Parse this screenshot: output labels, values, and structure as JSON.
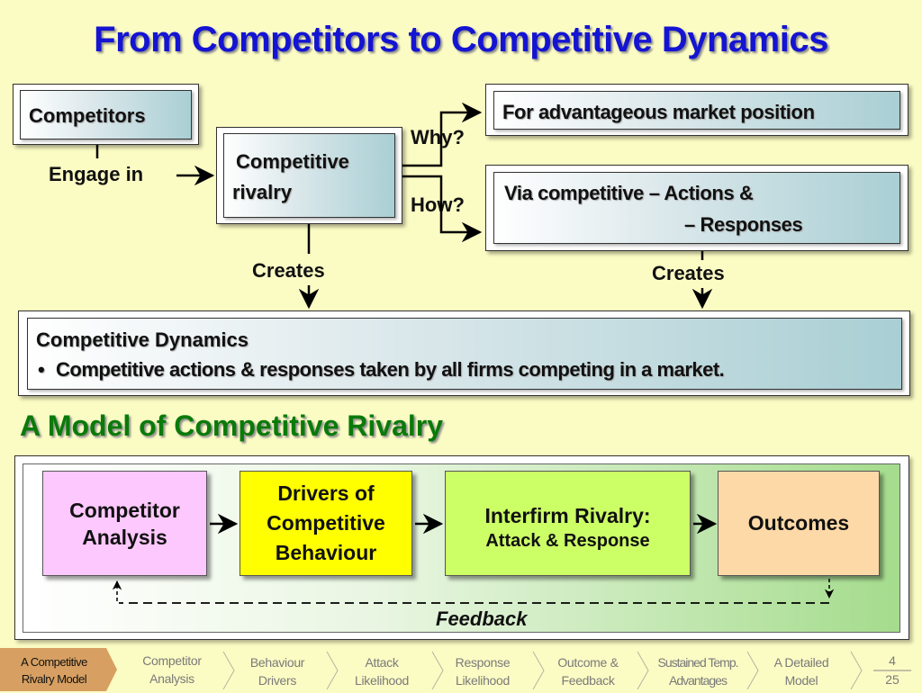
{
  "title": "From Competitors to Competitive Dynamics",
  "top_diagram": {
    "competitors": "Competitors",
    "engage_in": "Engage in",
    "rivalry_line1": "Competitive",
    "rivalry_line2": "rivalry",
    "why": "Why?",
    "how": "How?",
    "why_answer": "For advantageous market position",
    "how_answer_line1": "Via competitive – Actions &",
    "how_answer_line2": "– Responses",
    "creates_left": "Creates",
    "creates_right": "Creates",
    "dynamics_title": "Competitive Dynamics",
    "dynamics_bullet": "•",
    "dynamics_text": "Competitive actions & responses taken by all firms competing in a market."
  },
  "subtitle": "A Model of Competitive Rivalry",
  "model": {
    "box1_line1": "Competitor",
    "box1_line2": "Analysis",
    "box2_line1": "Drivers of",
    "box2_line2": "Competitive",
    "box2_line3": "Behaviour",
    "box3_line1": "Interfirm Rivalry:",
    "box3_line2": "Attack & Response",
    "box4": "Outcomes",
    "feedback": "Feedback",
    "colors": {
      "box1": "#fdc8fd",
      "box2": "#ffff00",
      "box3": "#ccff66",
      "box4": "#fdd9a7"
    }
  },
  "nav": {
    "active_line1": "A Competitive",
    "active_line2": "Rivalry Model",
    "items": [
      {
        "l1": "Competitor",
        "l2": "Analysis"
      },
      {
        "l1": "Behaviour",
        "l2": "Drivers"
      },
      {
        "l1": "Attack",
        "l2": "Likelihood"
      },
      {
        "l1": "Response",
        "l2": "Likelihood"
      },
      {
        "l1": "Outcome &",
        "l2": "Feedback"
      },
      {
        "l1": "Sustained Temp.",
        "l2": "Advantages"
      },
      {
        "l1": "A Detailed",
        "l2": "Model"
      }
    ],
    "page_current": "4",
    "page_total": "25"
  }
}
